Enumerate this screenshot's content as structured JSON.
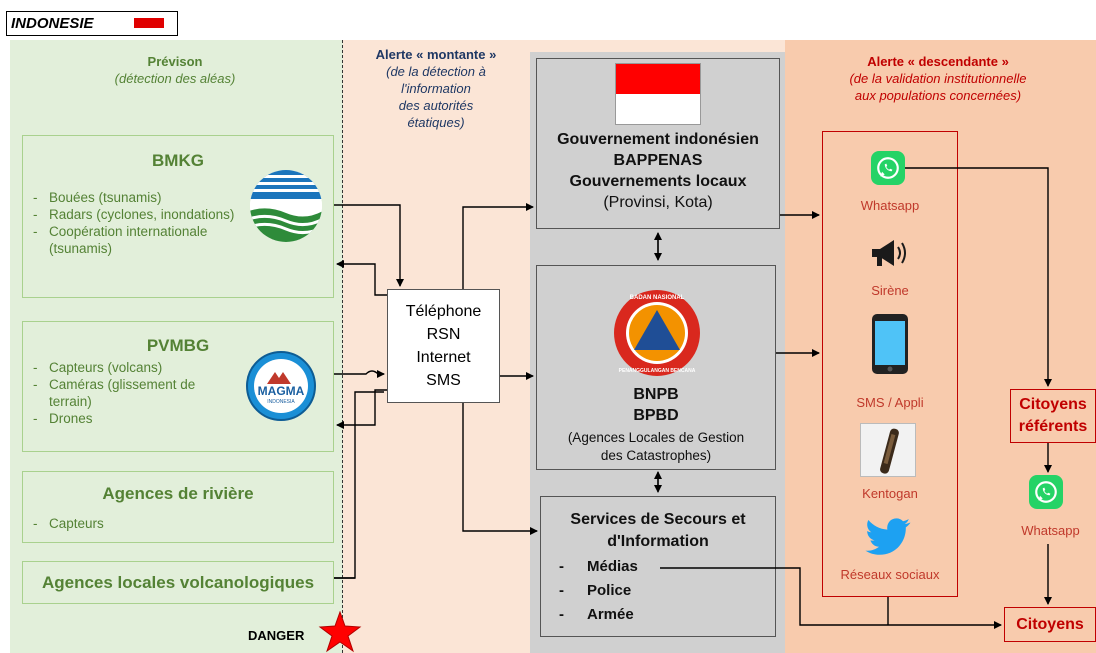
{
  "header": {
    "country": "INDONESIE"
  },
  "columns": {
    "prevision": {
      "title": "Prévison",
      "subtitle": "(détection des aléas)"
    },
    "montante": {
      "title": "Alerte « montante »",
      "subtitle_lines": [
        "(de la détection à",
        "l'information",
        "des autorités",
        "étatiques)"
      ]
    },
    "descendante": {
      "title": "Alerte « descendante »",
      "subtitle_lines": [
        "(de la validation institutionnelle",
        "aux populations concernées)"
      ]
    }
  },
  "sources": {
    "bmkg": {
      "title": "BMKG",
      "items": [
        "Bouées (tsunamis)",
        "Radars (cyclones, inondations)",
        "Coopération internationale (tsunamis)"
      ]
    },
    "pvmbg": {
      "title": "PVMBG",
      "items": [
        "Capteurs (volcans)",
        "Caméras (glissement de terrain)",
        "Drones"
      ],
      "logo_text": "MAGMA",
      "logo_sub": "INDONESIA"
    },
    "rivers": {
      "title": "Agences de rivière",
      "items": [
        "Capteurs"
      ]
    },
    "volc": {
      "title": "Agences locales volcanologiques"
    }
  },
  "danger": {
    "label": "DANGER"
  },
  "telecom": {
    "lines": [
      "Téléphone",
      "RSN",
      "Internet",
      "SMS"
    ]
  },
  "gov": {
    "lines": [
      "Gouvernement indonésien",
      "BAPPENAS",
      "Gouvernements locaux"
    ],
    "sub": "(Provinsi, Kota)"
  },
  "bnpb": {
    "lines": [
      "BNPB",
      "BPBD"
    ],
    "sub_lines": [
      "(Agences Locales de Gestion",
      "des Catastrophes)"
    ],
    "logo_ring": "BADAN NASIONAL PENANGGULANGAN BENCANA"
  },
  "services": {
    "title_lines": [
      "Services de Secours et",
      "d'Information"
    ],
    "items": [
      "Médias",
      "Police",
      "Armée"
    ]
  },
  "channels": {
    "whatsapp": "Whatsapp",
    "sirene": "Sirène",
    "sms": "SMS / Appli",
    "kentogan": "Kentogan",
    "reseaux": "Réseaux sociaux"
  },
  "citizens": {
    "referents_lines": [
      "Citoyens",
      "référents"
    ],
    "whatsapp": "Whatsapp",
    "citoyens": "Citoyens"
  },
  "colors": {
    "green_bg": "#e2efda",
    "green_text": "#548235",
    "peach_bg": "#fbe5d6",
    "orange_bg": "#f8cbad",
    "grey_bg": "#d0d0d0",
    "red": "#c00000",
    "navy": "#1f3864",
    "whatsapp": "#25d366",
    "twitter": "#1da1f2"
  }
}
